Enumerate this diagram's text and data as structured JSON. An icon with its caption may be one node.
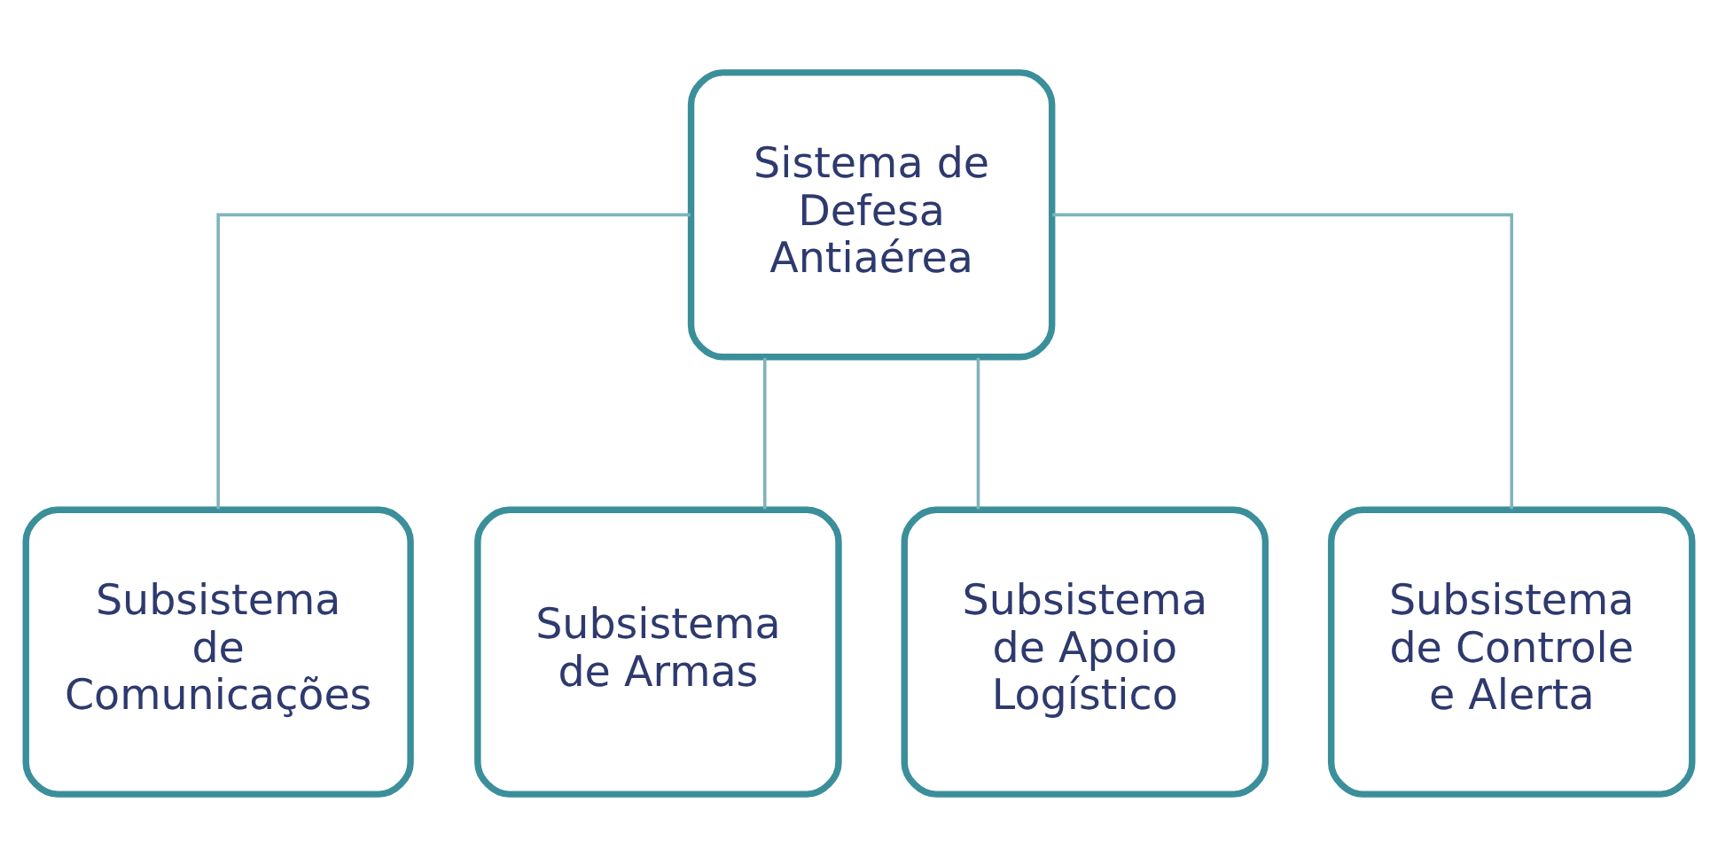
{
  "diagram": {
    "nodes": [
      {
        "text": [
          "Sistema de Defesa Antiaérea"
        ]
      },
      {
        "text": [
          "Subsistema de Comunicações"
        ]
      },
      {
        "text": [
          "Subsistema de Armas"
        ]
      },
      {
        "text": [
          "Subsistema de Apoio Logístico"
        ]
      },
      {
        "text": [
          "Subsistema de Controle e Alerta"
        ]
      }
    ],
    "edges": [
      {
        "from": 0,
        "to": 1,
        "arrow": "none"
      },
      {
        "from": 0,
        "to": 2,
        "arrow": "none"
      },
      {
        "from": 0,
        "to": 3,
        "arrow": "none"
      },
      {
        "from": 0,
        "to": 4,
        "arrow": "none"
      }
    ]
  }
}
